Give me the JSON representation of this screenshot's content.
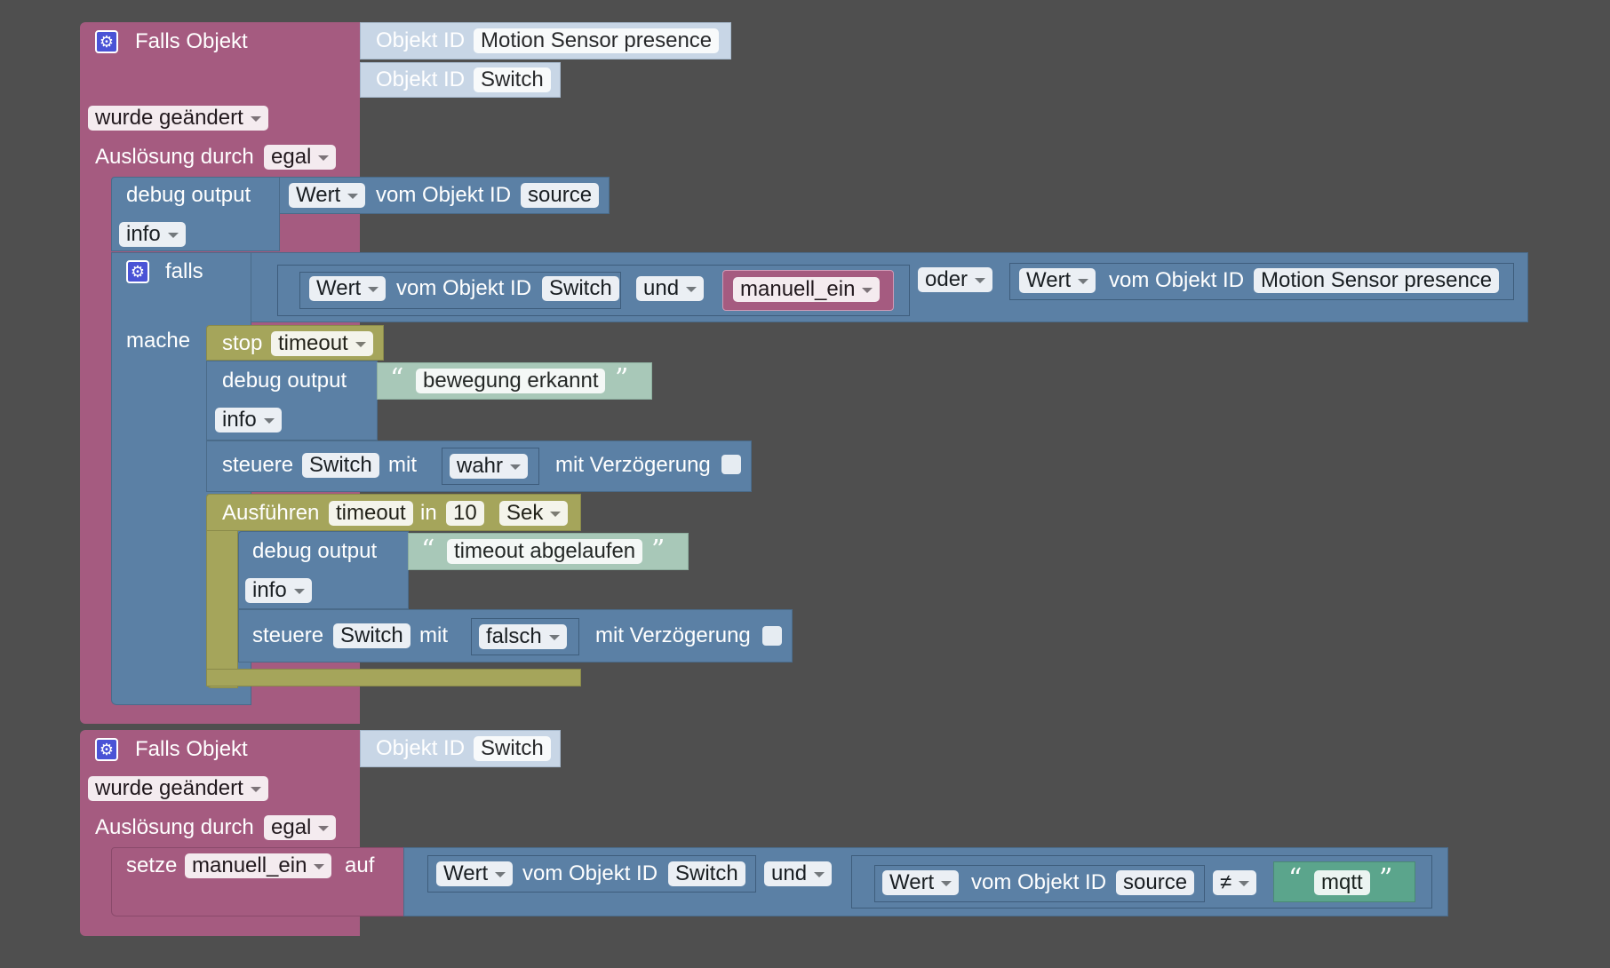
{
  "colors": {
    "workspace": "#4f4f4f",
    "event_block": "#a55b80",
    "system_block": "#5b80a5",
    "timer_block": "#a5a55b",
    "text_block": "#a8c8b8",
    "string_green": "#5ba58c",
    "gear_icon": "#4a53d6"
  },
  "trigger1": {
    "title": "Falls Objekt",
    "object_label": "Objekt ID",
    "objects": [
      "Motion Sensor presence",
      "Switch"
    ],
    "condition": "wurde geändert",
    "trigger_label": "Auslösung durch",
    "trigger_value": "egal",
    "debug1": {
      "label": "debug output",
      "value_dd": "Wert",
      "from": "vom Objekt ID",
      "object": "source",
      "level": "info"
    },
    "if_block": {
      "label": "falls",
      "do_label": "mache",
      "cond": {
        "value_dd": "Wert",
        "from": "vom Objekt ID",
        "object": "Switch",
        "and_op": "und",
        "var": "manuell_ein",
        "or_op": "oder",
        "value_dd2": "Wert",
        "from2": "vom Objekt ID",
        "object2": "Motion Sensor presence"
      },
      "stop": {
        "label": "stop",
        "timer": "timeout"
      },
      "debug2": {
        "label": "debug output",
        "text": "bewegung erkannt",
        "level": "info"
      },
      "control1": {
        "label": "steuere",
        "object": "Switch",
        "with": "mit",
        "value": "wahr",
        "delay": "mit Verzögerung"
      },
      "run": {
        "label": "Ausführen",
        "timer": "timeout",
        "in": "in",
        "amount": "10",
        "unit": "Sek"
      },
      "debug3": {
        "label": "debug output",
        "text": "timeout abgelaufen",
        "level": "info"
      },
      "control2": {
        "label": "steuere",
        "object": "Switch",
        "with": "mit",
        "value": "falsch",
        "delay": "mit Verzögerung"
      }
    }
  },
  "trigger2": {
    "title": "Falls Objekt",
    "object_label": "Objekt ID",
    "object": "Switch",
    "condition": "wurde geändert",
    "trigger_label": "Auslösung durch",
    "trigger_value": "egal",
    "set": {
      "label": "setze",
      "var": "manuell_ein",
      "to": "auf",
      "value_dd": "Wert",
      "from": "vom Objekt ID",
      "object": "Switch",
      "and_op": "und",
      "value_dd2": "Wert",
      "from2": "vom Objekt ID",
      "object2": "source",
      "cmp_op": "≠",
      "text": "mqtt"
    }
  }
}
